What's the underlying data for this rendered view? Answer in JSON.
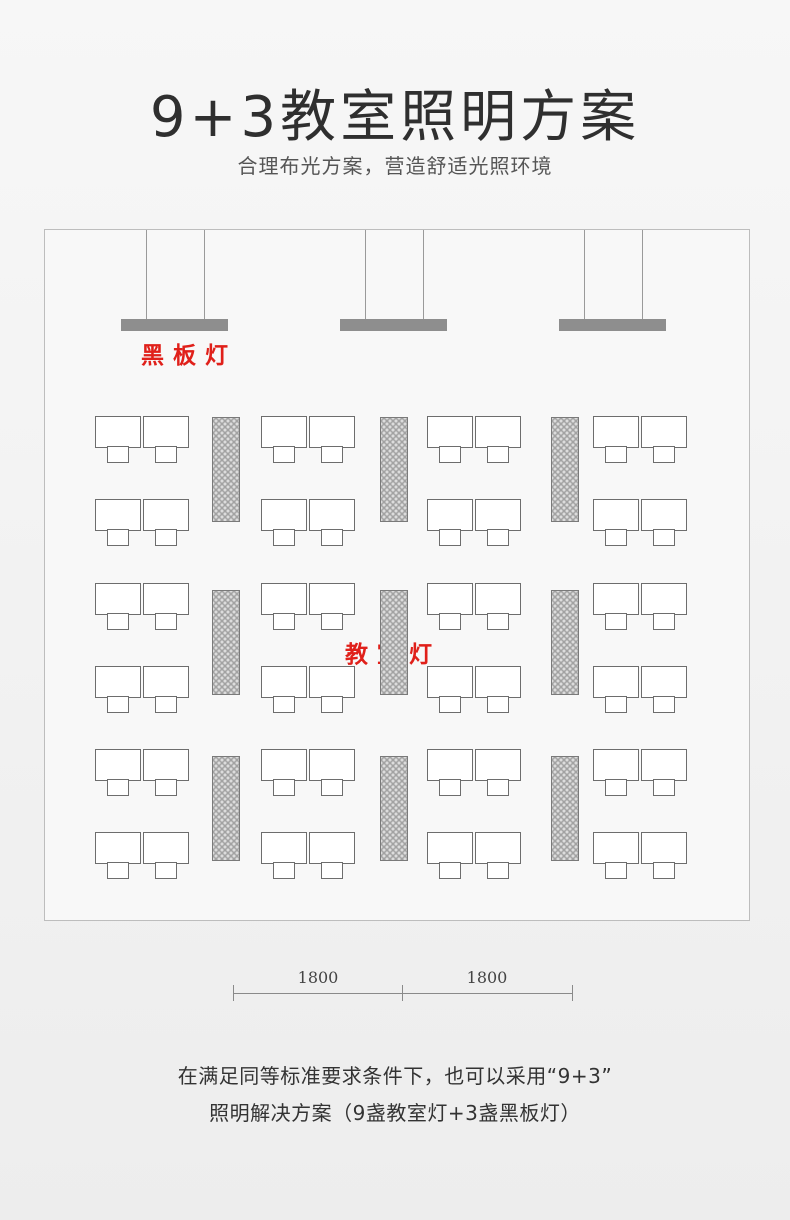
{
  "header": {
    "title": "9+3教室照明方案",
    "subtitle": "合理布光方案，营造舒适光照环境"
  },
  "diagram": {
    "blackboard_lamp_label": "黑板灯",
    "classroom_lamp_label": "教室灯",
    "dimensions": [
      "1800",
      "1800"
    ]
  },
  "caption": {
    "line1": "在满足同等标准要求条件下，也可以采用“9+3”",
    "line2": "照明解决方案（9盏教室灯+3盏黑板灯）"
  },
  "colors": {
    "label_red": "#e0201a",
    "lamp_gray": "#8e8e8e",
    "line_gray": "#6d6d6d"
  }
}
